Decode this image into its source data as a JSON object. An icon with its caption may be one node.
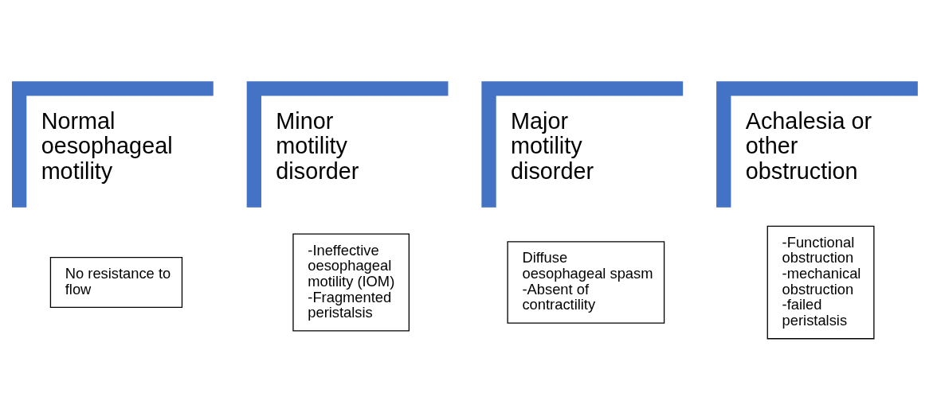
{
  "diagram": {
    "nodes": [
      {
        "text": [
          "Normal oesophageal motility"
        ]
      },
      {
        "text": [
          "No resistance to flow"
        ]
      },
      {
        "text": [
          "Minor motility disorder"
        ]
      },
      {
        "text": [
          "-Ineffective oesophageal motility (IOM)",
          "-Fragmented peristalsis"
        ]
      },
      {
        "text": [
          "Major motility disorder"
        ]
      },
      {
        "text": [
          "Diffuse oesophageal spasm",
          "-Absent of contractility"
        ]
      },
      {
        "text": [
          "Achalesia or other obstruction"
        ]
      },
      {
        "text": [
          "-Functional obstruction",
          "-mechanical obstruction",
          "-failed peristalsis"
        ]
      }
    ],
    "edges": []
  }
}
